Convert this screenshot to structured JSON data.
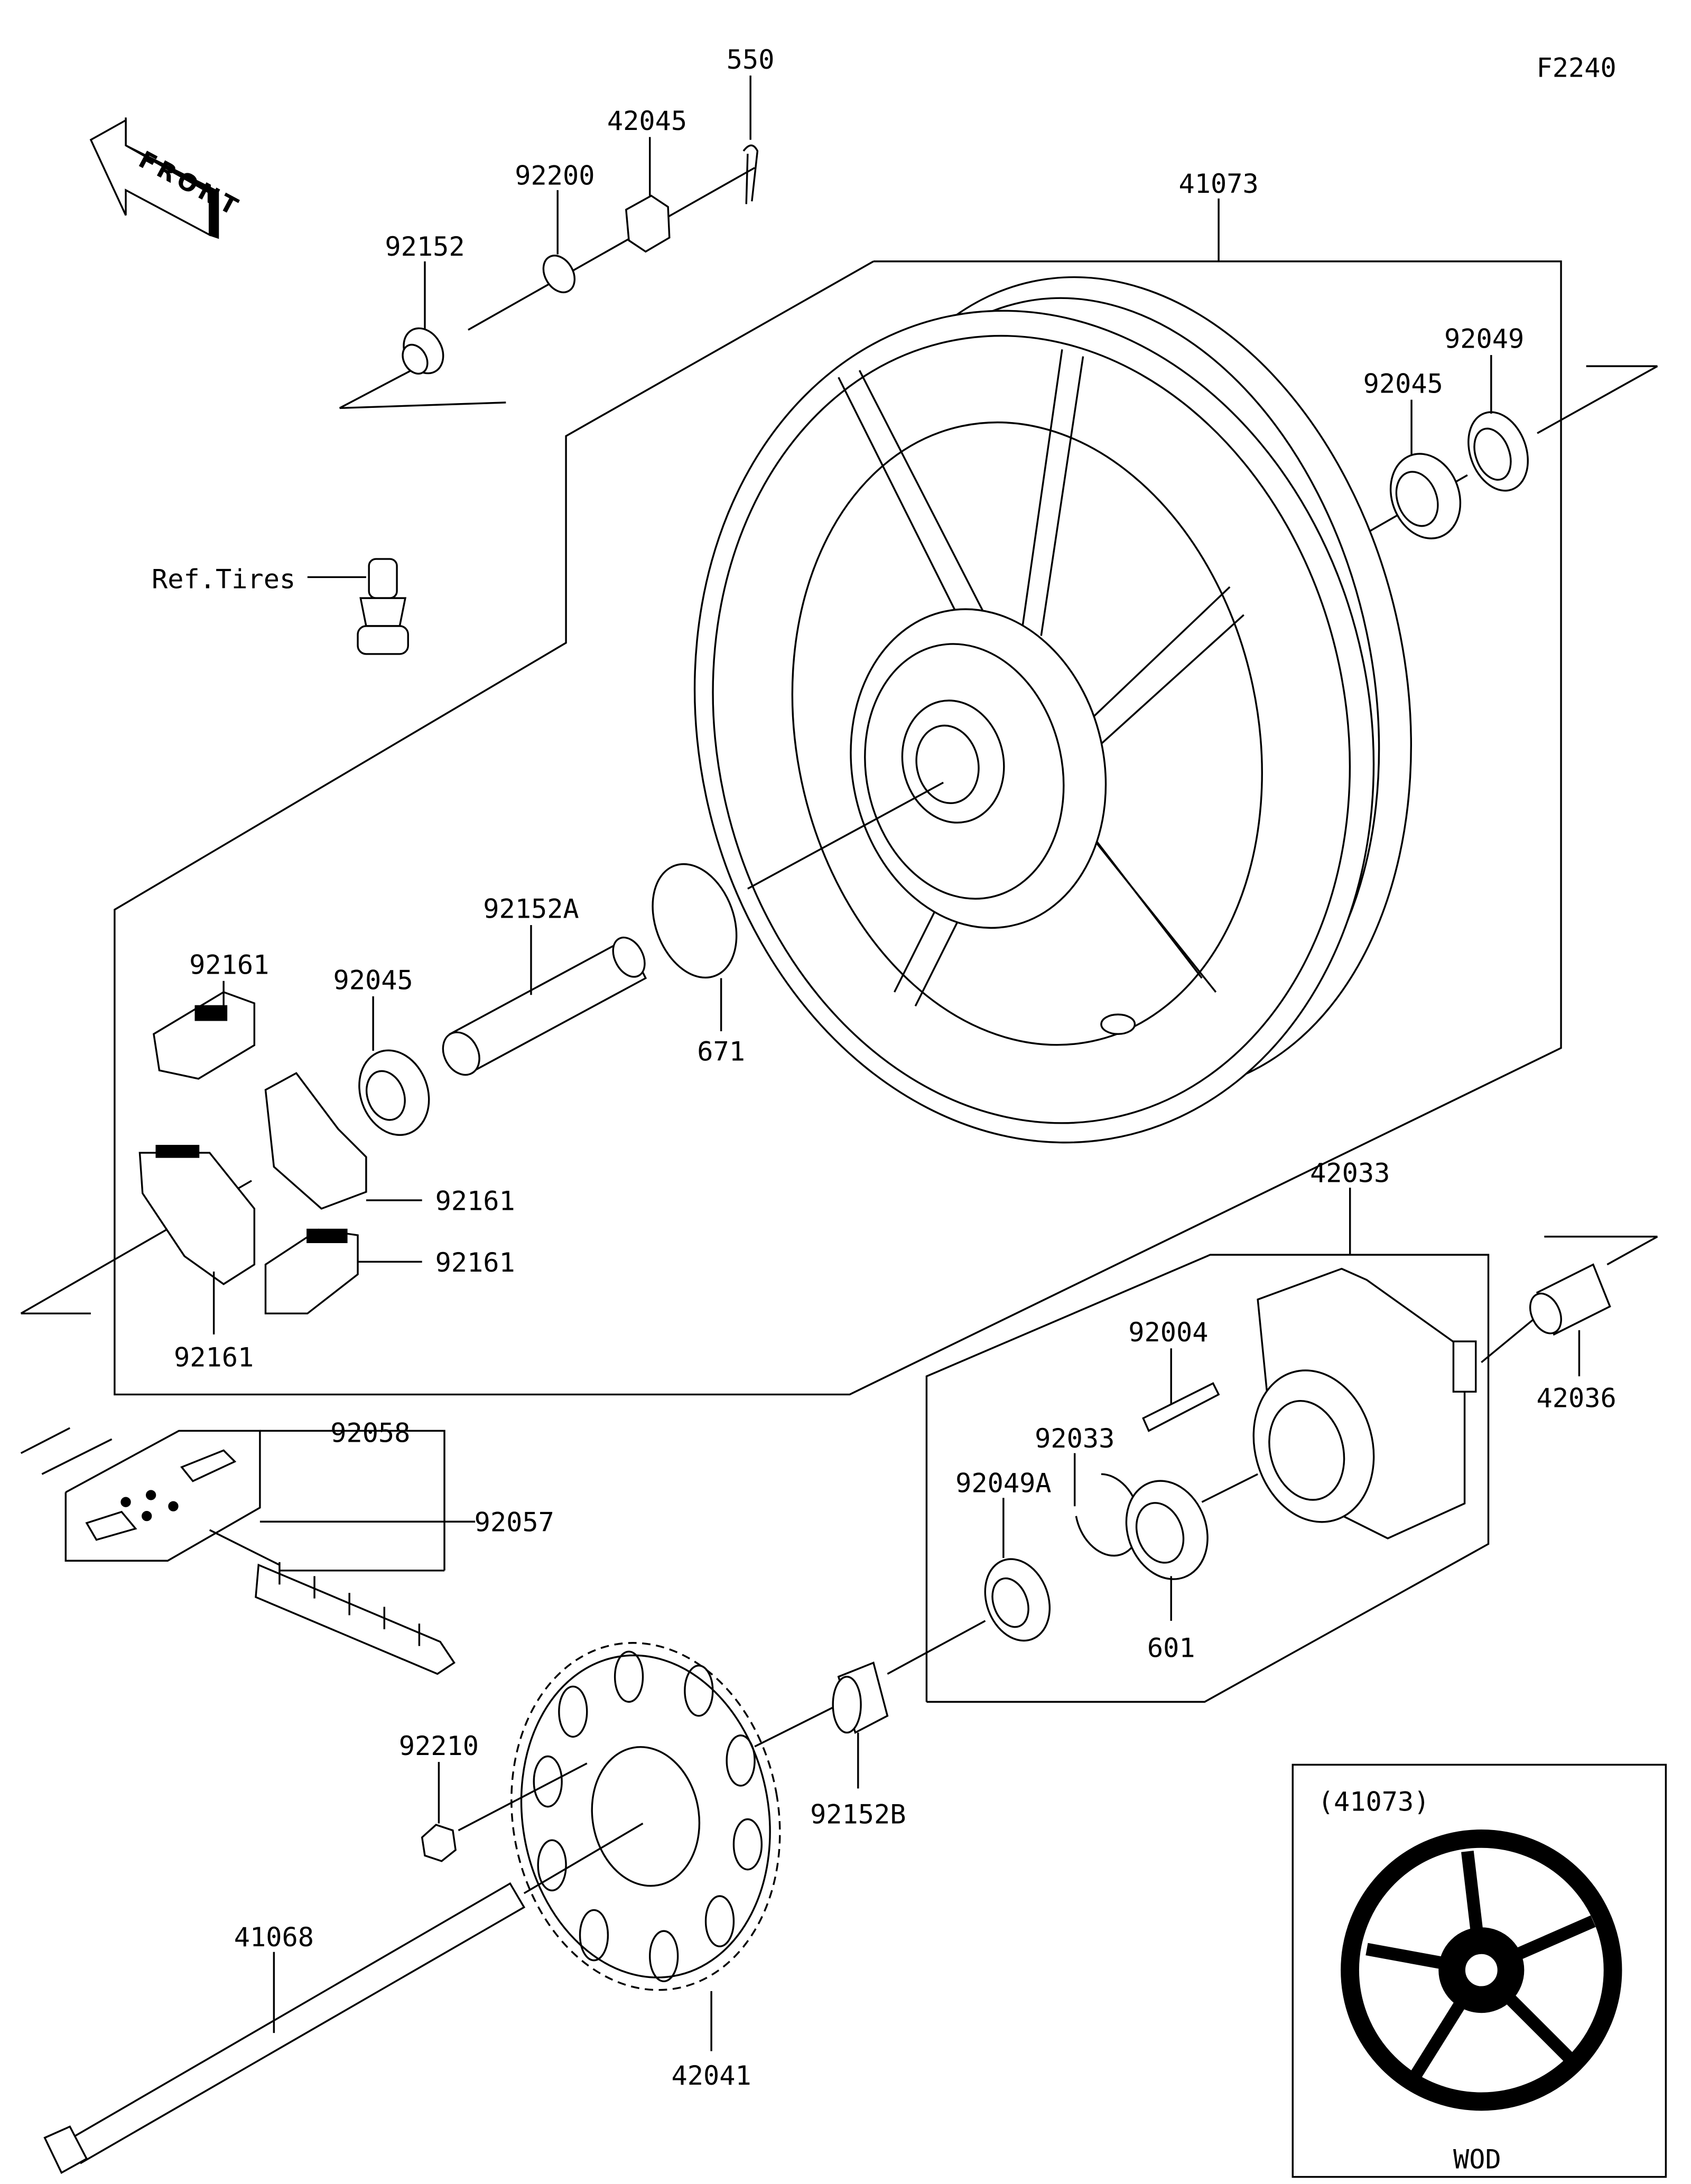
{
  "diagram_code": "F2240",
  "front_logo": "FRONT",
  "labels": {
    "p550": "550",
    "p42045": "42045",
    "p92200": "92200",
    "p92152": "92152",
    "p41073": "41073",
    "p92049": "92049",
    "p92045_top": "92045",
    "ref_tires": "Ref.Tires",
    "p92152A": "92152A",
    "p92161_a": "92161",
    "p92045_left": "92045",
    "p671": "671",
    "p92161_b": "92161",
    "p92161_c": "92161",
    "p92161_d": "92161",
    "p42033": "42033",
    "p92004": "92004",
    "p42036": "42036",
    "p92033": "92033",
    "p92058": "92058",
    "p92057": "92057",
    "p92049A": "92049A",
    "p601": "601",
    "p92210": "92210",
    "p92152B": "92152B",
    "p41068": "41068",
    "p42041": "42041"
  },
  "inset": {
    "title": "(41073)",
    "caption": "WOD"
  }
}
